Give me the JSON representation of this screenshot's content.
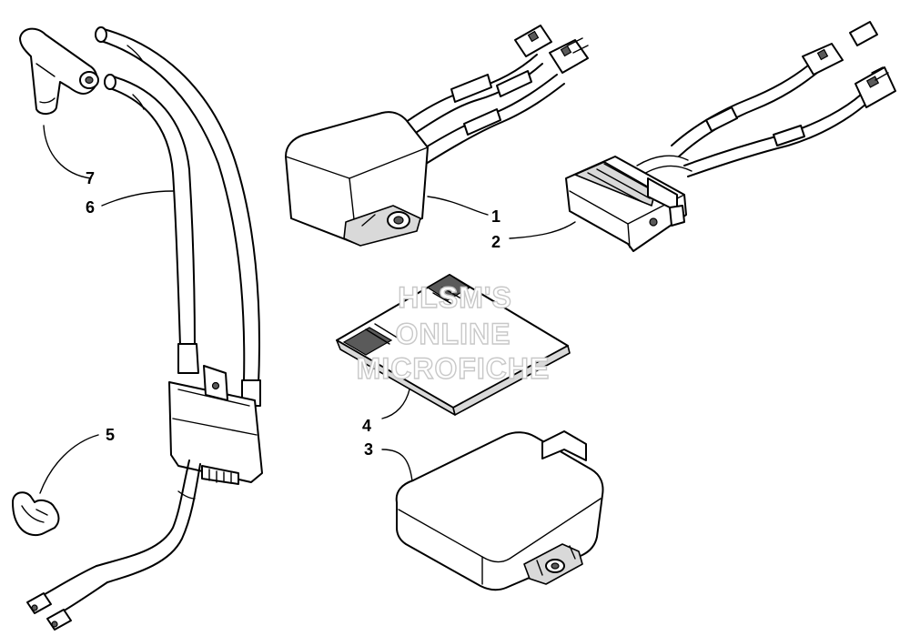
{
  "callouts": {
    "c1": "1",
    "c2": "2",
    "c3": "3",
    "c4": "4",
    "c5": "5",
    "c6": "6",
    "c7": "7"
  },
  "watermark": {
    "line1": "HLSM'S",
    "line2": "ONLINE",
    "line3": "MICROFICHE"
  }
}
